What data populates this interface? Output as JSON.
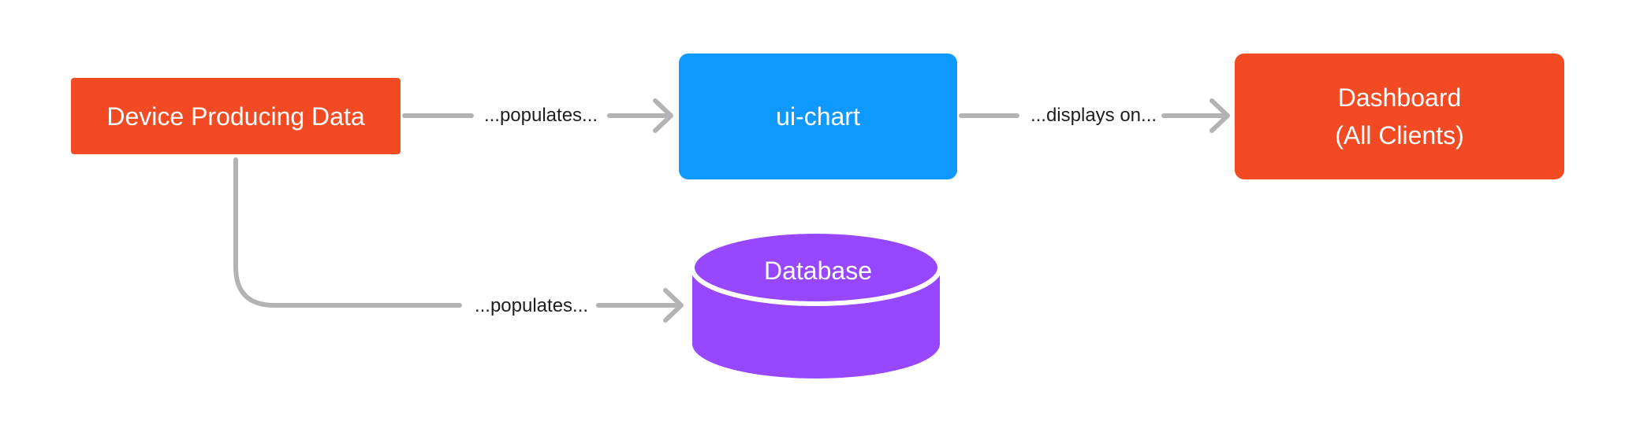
{
  "nodes": {
    "device": {
      "label": "Device Producing Data",
      "color": "#f24b24"
    },
    "chart": {
      "label": "ui-chart",
      "color": "#0d99ff"
    },
    "dashboard": {
      "label_line1": "Dashboard",
      "label_line2": "(All Clients)",
      "color": "#f24b24"
    },
    "database": {
      "label": "Database",
      "color": "#9747ff"
    }
  },
  "edges": {
    "device_to_chart": {
      "label": "...populates..."
    },
    "chart_to_dashboard": {
      "label": "...displays on..."
    },
    "device_to_database": {
      "label": "...populates..."
    }
  },
  "connector_color": "#b3b3b3"
}
